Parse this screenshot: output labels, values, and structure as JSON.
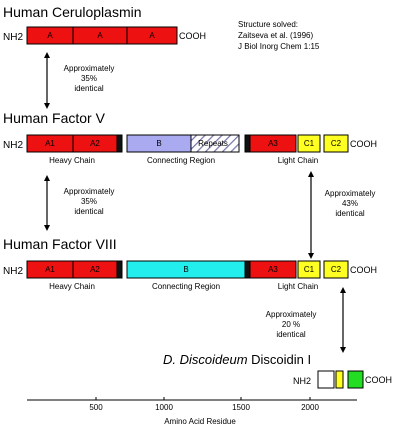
{
  "ceruloplasmin": {
    "title": "Human Ceruloplasmin",
    "nterm": "NH2",
    "cterm": "COOH",
    "domains": [
      "A",
      "A",
      "A"
    ],
    "note": [
      "Structure solved:",
      "Zaitseva et al. (1996)",
      "J Biol Inorg Chem 1:15"
    ]
  },
  "factor_v": {
    "title": "Human Factor V",
    "nterm": "NH2",
    "cterm": "COOH",
    "domains": [
      "A1",
      "A2",
      "B",
      "Repeats",
      "A3",
      "C1",
      "C2"
    ],
    "regions": [
      "Heavy Chain",
      "Connecting Region",
      "Light Chain"
    ]
  },
  "factor_viii": {
    "title": "Human Factor VIII",
    "nterm": "NH2",
    "cterm": "COOH",
    "domains": [
      "A1",
      "A2",
      "B",
      "A3",
      "C1",
      "C2"
    ],
    "regions": [
      "Heavy Chain",
      "Connecting Region",
      "Light Chain"
    ]
  },
  "discoidin": {
    "title_italic": "D. Discoideum",
    "title_rest": " Discoidin I",
    "nterm": "NH2",
    "cterm": "COOH"
  },
  "identity_labels": {
    "cp_fv": [
      "Approximately",
      "35%",
      "identical"
    ],
    "fv_fviii": [
      "Approximately",
      "35%",
      "identical"
    ],
    "fv_light": [
      "Approximately",
      "43%",
      "identical"
    ],
    "fviii_disc": [
      "Approximately",
      "20 %",
      "identical"
    ]
  },
  "axis": {
    "label": "Amino Acid Residue",
    "ticks": [
      "500",
      "1000",
      "1500",
      "2000"
    ]
  },
  "colors": {
    "a_domain": "#ee1111",
    "b_fv": "#aaaaf0",
    "b_fviii": "#22eeee",
    "c_domain": "#ffff22",
    "discoidin_green": "#22dd22",
    "acidic_black": "#111111"
  }
}
